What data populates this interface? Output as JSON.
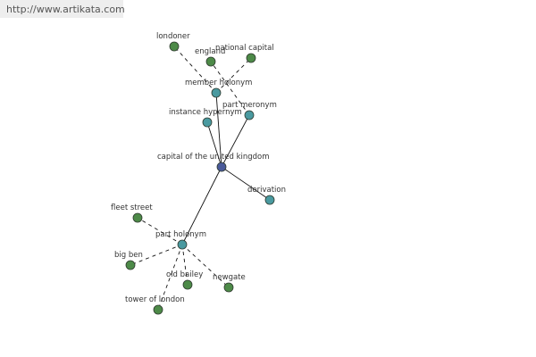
{
  "watermark": {
    "text": "http://www.artikata.com"
  },
  "colors": {
    "center": "#4a5a9a",
    "relation": "#4a9aa0",
    "leaf": "#4d8a48"
  },
  "graph": {
    "nodes": [
      {
        "id": "center",
        "label": "capital of the united kingdom",
        "kind": "center"
      },
      {
        "id": "member_holonym",
        "label": "member holonym",
        "kind": "relation"
      },
      {
        "id": "part_meronym",
        "label": "part meronym",
        "kind": "relation"
      },
      {
        "id": "instance_hypernym",
        "label": "instance hypernym",
        "kind": "relation"
      },
      {
        "id": "derivation",
        "label": "derivation",
        "kind": "relation"
      },
      {
        "id": "part_holonym",
        "label": "part holonym",
        "kind": "relation"
      },
      {
        "id": "londoner",
        "label": "londoner",
        "kind": "leaf"
      },
      {
        "id": "england",
        "label": "england",
        "kind": "leaf"
      },
      {
        "id": "national_capital",
        "label": "national capital",
        "kind": "leaf"
      },
      {
        "id": "fleet_street",
        "label": "fleet street",
        "kind": "leaf"
      },
      {
        "id": "big_ben",
        "label": "big ben",
        "kind": "leaf"
      },
      {
        "id": "old_bailey",
        "label": "old bailey",
        "kind": "leaf"
      },
      {
        "id": "newgate",
        "label": "newgate",
        "kind": "leaf"
      },
      {
        "id": "tower_of_london",
        "label": "tower of london",
        "kind": "leaf"
      }
    ],
    "edges": [
      {
        "from": "center",
        "to": "member_holonym",
        "style": "solid"
      },
      {
        "from": "center",
        "to": "part_meronym",
        "style": "solid"
      },
      {
        "from": "center",
        "to": "instance_hypernym",
        "style": "solid"
      },
      {
        "from": "center",
        "to": "derivation",
        "style": "solid"
      },
      {
        "from": "center",
        "to": "part_holonym",
        "style": "solid"
      },
      {
        "from": "member_holonym",
        "to": "londoner",
        "style": "dashed"
      },
      {
        "from": "member_holonym",
        "to": "national_capital",
        "style": "dashed"
      },
      {
        "from": "part_meronym",
        "to": "england",
        "style": "dashed"
      },
      {
        "from": "part_holonym",
        "to": "fleet_street",
        "style": "dashed"
      },
      {
        "from": "part_holonym",
        "to": "big_ben",
        "style": "dashed"
      },
      {
        "from": "part_holonym",
        "to": "old_bailey",
        "style": "dashed"
      },
      {
        "from": "part_holonym",
        "to": "newgate",
        "style": "dashed"
      },
      {
        "from": "part_holonym",
        "to": "tower_of_london",
        "style": "dashed"
      }
    ]
  }
}
